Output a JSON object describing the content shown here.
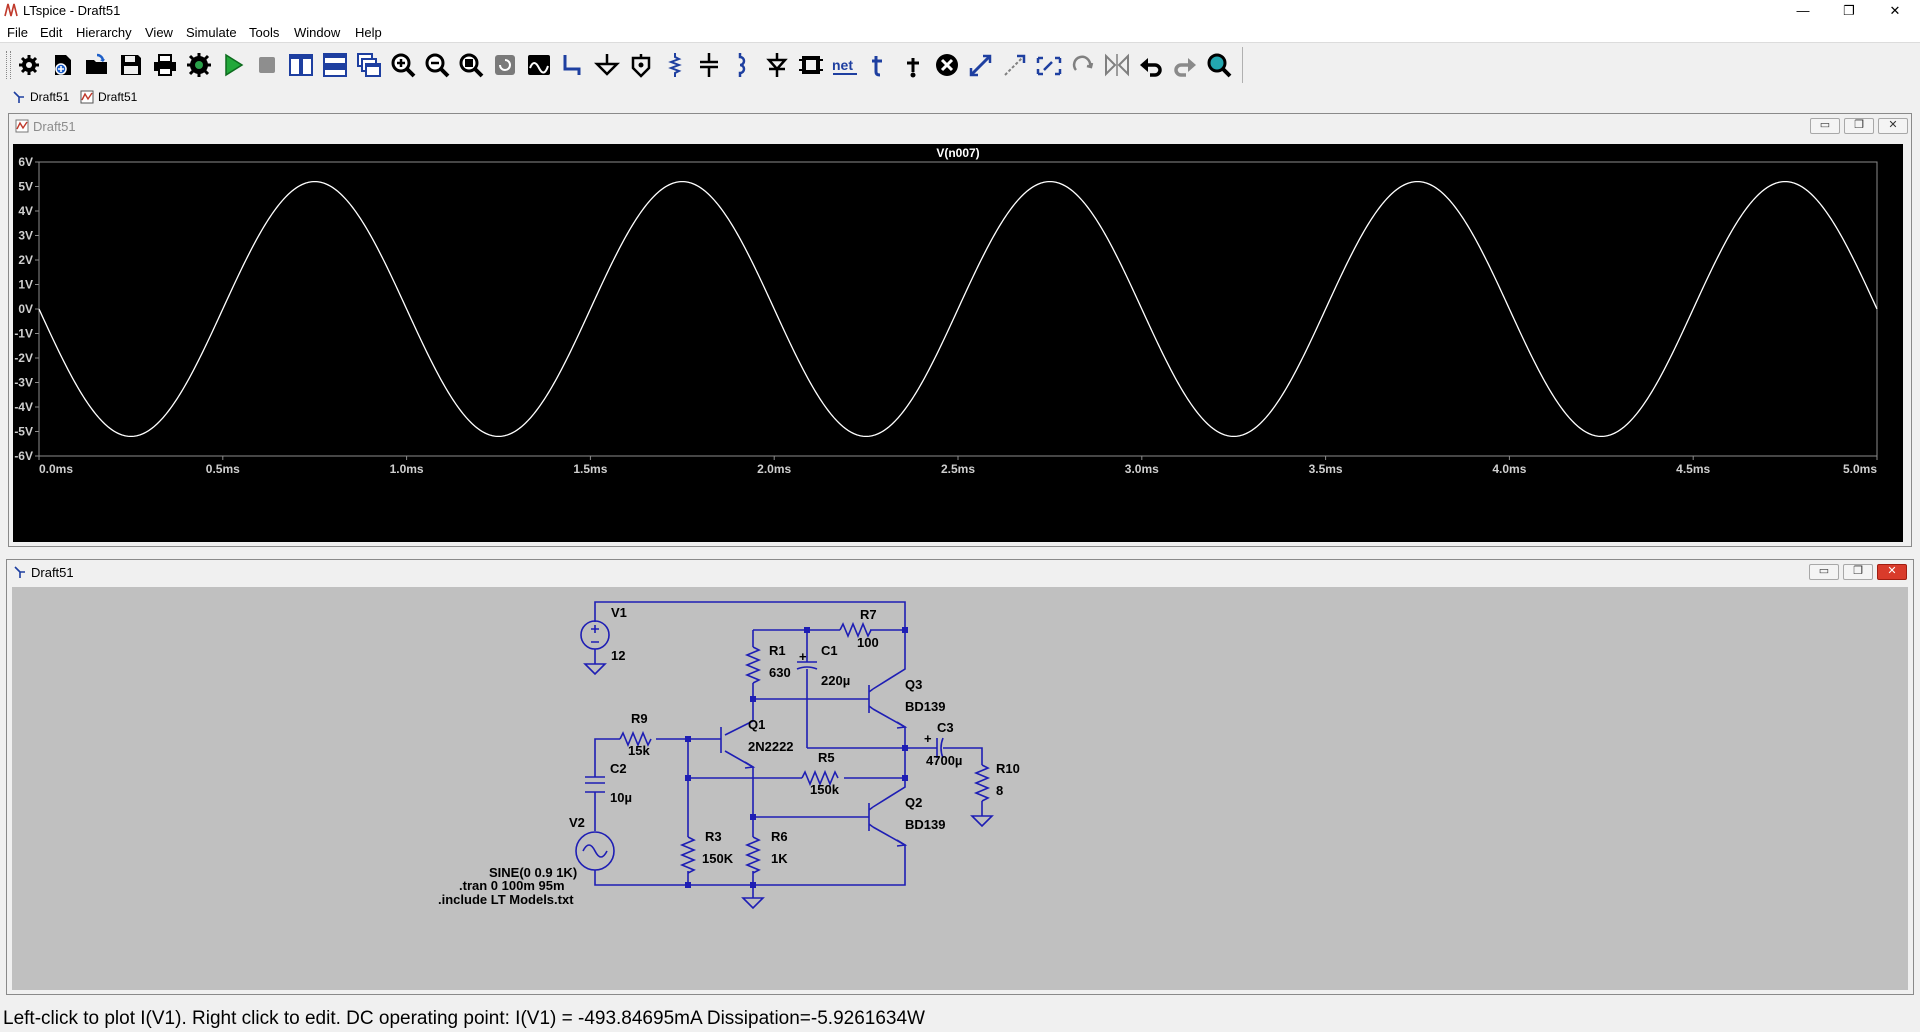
{
  "window": {
    "title": "LTspice - Draft51",
    "minimize_glyph": "—",
    "maximize_glyph": "❐",
    "close_glyph": "✕"
  },
  "menu": [
    "File",
    "Edit",
    "Hierarchy",
    "View",
    "Simulate",
    "Tools",
    "Window",
    "Help"
  ],
  "toolbar": {
    "icons": [
      "gear-icon",
      "open-schematic-icon",
      "open-folder-icon",
      "save-icon",
      "print-icon",
      "control-panel-icon",
      "run-icon",
      "halt-icon",
      "tile-vertical-icon",
      "tile-horizontal-icon",
      "cascade-icon",
      "zoom-in-icon",
      "zoom-out-icon",
      "zoom-fit-icon",
      "zoom-cancel-icon",
      "autorange-icon",
      "draw-wire-icon",
      "ground-icon",
      "label-net-icon",
      "resistor-icon",
      "capacitor-icon",
      "inductor-icon",
      "diode-icon",
      "component-icon",
      "net-label-icon",
      "text-icon",
      "spice-directive-icon",
      "delete-icon",
      "duplicate-icon",
      "move-icon",
      "drag-icon",
      "rotate-icon",
      "mirror-icon",
      "undo-icon",
      "redo-icon",
      "find-icon"
    ],
    "net_label": "net"
  },
  "tabs": [
    {
      "label": "Draft51",
      "icon": "schematic-icon"
    },
    {
      "label": "Draft51",
      "icon": "waveform-icon"
    }
  ],
  "waveform_window": {
    "title": "Draft51",
    "icon": "waveform-icon"
  },
  "schematic_window": {
    "title": "Draft51",
    "icon": "schematic-icon"
  },
  "colors": {
    "plot_background": "#000000",
    "trace": "#ffffff",
    "schematic_background": "#c0c0c0",
    "wire": "#1e1eb4",
    "junction": "#1e1eb4"
  },
  "chart_data": {
    "type": "line",
    "title": "V(n007)",
    "xlabel": "",
    "ylabel": "",
    "xlim": [
      0,
      5
    ],
    "ylim": [
      -6,
      6
    ],
    "x_unit": "ms",
    "y_unit": "V",
    "x_ticks": [
      "0.0ms",
      "0.5ms",
      "1.0ms",
      "1.5ms",
      "2.0ms",
      "2.5ms",
      "3.0ms",
      "3.5ms",
      "4.0ms",
      "4.5ms",
      "5.0ms"
    ],
    "y_ticks": [
      "6V",
      "5V",
      "4V",
      "3V",
      "2V",
      "1V",
      "0V",
      "-1V",
      "-2V",
      "-3V",
      "-4V",
      "-5V",
      "-6V"
    ],
    "grid": false,
    "series": [
      {
        "name": "V(n007)",
        "color": "#ffffff",
        "frequency_khz": 1.0,
        "amplitude_v": 5.2,
        "phase_sign": -1,
        "x": [
          0,
          0.25,
          0.5,
          0.75,
          1.0,
          1.25,
          1.5,
          1.75,
          2.0,
          2.25,
          2.5,
          2.75,
          3.0,
          3.25,
          3.5,
          3.75,
          4.0,
          4.25,
          4.5,
          4.75,
          5.0
        ],
        "values": [
          0,
          -5.2,
          0,
          5.2,
          0,
          -5.2,
          0,
          5.2,
          0,
          -5.2,
          0,
          5.2,
          0,
          -5.2,
          0,
          5.2,
          0,
          -5.2,
          0,
          5.2,
          0
        ]
      }
    ]
  },
  "schematic": {
    "labels": {
      "v1_name": "V1",
      "v1_value": "12",
      "v2_name": "V2",
      "r1_name": "R1",
      "r1_value": "630",
      "r3_name": "R3",
      "r3_value": "150K",
      "r5_name": "R5",
      "r5_value": "150k",
      "r6_name": "R6",
      "r6_value": "1K",
      "r7_name": "R7",
      "r7_value": "100",
      "r9_name": "R9",
      "r9_value": "15k",
      "r10_name": "R10",
      "r10_value": "8",
      "c1_name": "C1",
      "c1_value": "220µ",
      "c2_name": "C2",
      "c2_value": "10µ",
      "c3_name": "C3",
      "c3_value": "4700µ",
      "q1_name": "Q1",
      "q1_model": "2N2222",
      "q2_name": "Q2",
      "q2_model": "BD139",
      "q3_name": "Q3",
      "q3_model": "BD139",
      "v2_value": "SINE(0 0.9 1K)",
      "directive_tran": ".tran 0 100m 95m",
      "directive_include": ".include LT Models.txt",
      "plus_sign": "+"
    }
  },
  "status": {
    "text": "Left-click to plot I(V1).  Right click to edit.  DC operating point: I(V1) = -493.84695mA   Dissipation=-5.9261634W"
  }
}
